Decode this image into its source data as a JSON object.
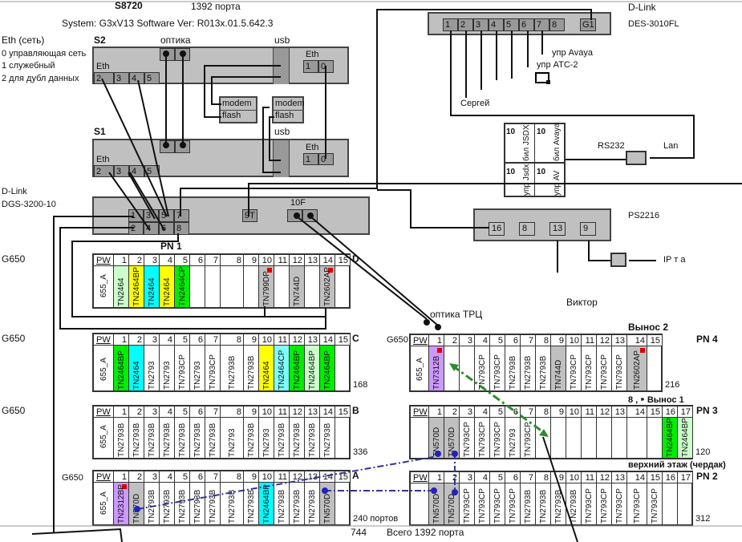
{
  "header": {
    "model": "S8720",
    "ports_total": "1392 порта",
    "system": "System: G3xV13  Software Ver: R013x.01.5.642.3"
  },
  "legend": {
    "title": "Eth (сеть)",
    "items": [
      "0 управляющая сеть",
      "1  служебный",
      "2 для дубл данных"
    ]
  },
  "s2": {
    "label": "S2",
    "optika": "оптика",
    "usb": "usb",
    "eth_left": "Eth",
    "eth_ports": [
      "2",
      "3",
      "4",
      "5"
    ],
    "eth_right": "Eth",
    "eth_right_ports": [
      "1",
      "0"
    ]
  },
  "s1": {
    "label": "S1",
    "usb": "usb",
    "eth_left": "Eth",
    "eth_ports": [
      "2",
      "3",
      "4",
      "5"
    ],
    "eth_right": "Eth",
    "eth_right_ports": [
      "1",
      "0"
    ]
  },
  "modules": [
    {
      "modem": "modem",
      "flash": "flash"
    },
    {
      "modem": "modem",
      "flash": "flash"
    }
  ],
  "dgs": {
    "vendor": "D-Link",
    "model": "DGS-3200-10",
    "ports_top": [
      "1",
      "3",
      "5",
      "7"
    ],
    "ports_bottom": [
      "2",
      "4",
      "6",
      "8"
    ],
    "port_9": "9T",
    "port_10": "10F"
  },
  "des": {
    "vendor": "D-Link",
    "model": "DES-3010FL",
    "ports": [
      "1",
      "2",
      "3",
      "4",
      "5",
      "6",
      "7",
      "8"
    ],
    "uplink": "G1",
    "labels": {
      "avaya": "упр Avaya",
      "atc": "упр АТС-2",
      "sergey": "Сергей"
    }
  },
  "avaya_panel": {
    "cells": [
      {
        "num": "10",
        "text": "бил  JSDX"
      },
      {
        "num": "10",
        "text": "бил Avaya"
      },
      {
        "num": "10",
        "text": "упр Jsdx"
      },
      {
        "num": "10",
        "text": "упр AV"
      }
    ],
    "rs232": "RS232",
    "lan": "Lan"
  },
  "ps2216": {
    "model": "PS2216",
    "ports": [
      "16",
      "8",
      "13",
      "9"
    ],
    "ip": "IP т а",
    "viktor": "Виктор"
  },
  "labels": {
    "g650": "G650",
    "optika_trc": "оптика ТРЦ",
    "vynos2": "Вынос 2",
    "vynos1": "8 , ⁍ Вынос 1",
    "attic": "верхний этаж (чердак)",
    "pn1": "PN 1",
    "pn4": "PN 4",
    "pn3": "PN 3",
    "pn2": "PN 2",
    "total_left": "744",
    "total_all": "Всего 1392 порта",
    "a_ports": "240 портов"
  },
  "colors": {
    "lightgreen": "#ccffcc",
    "yellow": "#ffff00",
    "cyan": "#00ffff",
    "lightcyan": "#80ffff",
    "green": "#00ee00",
    "gray": "#c0c0c0",
    "purple": "#cc99ff",
    "marker": "#e00000",
    "link_green": "#2e8b2e",
    "link_blue": "#333399"
  },
  "racks": [
    {
      "id": "D",
      "letter": "D",
      "pw": "655_A",
      "count": "",
      "slots": [
        [
          "TN2464",
          "lightgreen"
        ],
        [
          "TN2464BP",
          "yellow"
        ],
        [
          "TN2464",
          "cyan"
        ],
        [
          "TN2464",
          "yellow"
        ],
        [
          "TN2464CP",
          "green"
        ],
        [
          "",
          ""
        ],
        [
          "",
          ""
        ],
        [
          "",
          ""
        ],
        [
          "",
          ""
        ],
        [
          "TN799DP",
          "gray",
          1
        ],
        [
          "",
          ""
        ],
        [
          "TN744D",
          "gray"
        ],
        [
          "",
          ""
        ],
        [
          "TN2602AP",
          "gray",
          1
        ],
        [
          "",
          ""
        ]
      ]
    },
    {
      "id": "C",
      "letter": "C",
      "pw": "655_A",
      "count": "168",
      "slots": [
        [
          "TN2464BP",
          "green"
        ],
        [
          "TN2464",
          "cyan"
        ],
        [
          "TN2793",
          ""
        ],
        [
          "TN2793",
          ""
        ],
        [
          "TN793CP",
          ""
        ],
        [
          "TN2793",
          ""
        ],
        [
          "TN793CP",
          ""
        ],
        [
          "TN2793B",
          ""
        ],
        [
          "TN2793B",
          ""
        ],
        [
          "TN2464",
          "yellow"
        ],
        [
          "TN2464CP",
          "lightcyan"
        ],
        [
          "TN2464BP",
          "green"
        ],
        [
          "TN2464BP",
          "lightgreen"
        ],
        [
          "TN2464BP",
          "green"
        ],
        [
          "",
          ""
        ]
      ]
    },
    {
      "id": "B",
      "letter": "B",
      "pw": "655_A",
      "count": "336",
      "slots": [
        [
          "TN2793B",
          ""
        ],
        [
          "TN2793B",
          ""
        ],
        [
          "TN2793B",
          ""
        ],
        [
          "TN2793B",
          ""
        ],
        [
          "TN2793B",
          ""
        ],
        [
          "TN2793B",
          ""
        ],
        [
          "TN2793B",
          ""
        ],
        [
          "TN2793",
          ""
        ],
        [
          "TN2793B",
          ""
        ],
        [
          "TN2793",
          ""
        ],
        [
          "TN2793B",
          ""
        ],
        [
          "TN2793B",
          ""
        ],
        [
          "TN2793B",
          ""
        ],
        [
          "TN2793B",
          ""
        ],
        [
          "",
          ""
        ]
      ]
    },
    {
      "id": "A",
      "letter": "A",
      "pw": "655_A",
      "count": "",
      "slots": [
        [
          "TN2312BP",
          "purple",
          1
        ],
        [
          "TN570D",
          "gray"
        ],
        [
          "TN2793B",
          ""
        ],
        [
          "TN2793B",
          ""
        ],
        [
          "TN2793B",
          ""
        ],
        [
          "TN2793B",
          ""
        ],
        [
          "TN2793B",
          ""
        ],
        [
          "TN2793B",
          ""
        ],
        [
          "TN2793B",
          ""
        ],
        [
          "TN2464BP",
          "cyan"
        ],
        [
          "TN2793B",
          ""
        ],
        [
          "TN2793B",
          ""
        ],
        [
          "TN2793B",
          ""
        ],
        [
          "TN570D",
          "gray"
        ],
        [
          "",
          ""
        ]
      ]
    },
    {
      "id": "PN4",
      "letter": "",
      "pw": "655_A",
      "count": "216",
      "slots": [
        [
          "TN7312B",
          "purple",
          1
        ],
        [
          "",
          ""
        ],
        [
          "",
          ""
        ],
        [
          "TN793CP",
          ""
        ],
        [
          "TN793CP",
          ""
        ],
        [
          "TN2793B",
          ""
        ],
        [
          "TN2793B",
          ""
        ],
        [
          "TN2793B",
          ""
        ],
        [
          "TN744D",
          "gray"
        ],
        [
          "TN793CP",
          ""
        ],
        [
          "TN793CP",
          ""
        ],
        [
          "TN793CP",
          ""
        ],
        [
          "TN793CP",
          ""
        ],
        [
          "TN2602AP",
          "gray",
          1
        ],
        [
          "",
          ""
        ]
      ]
    },
    {
      "id": "PN3",
      "letter": "",
      "pw": "",
      "count": "120",
      "slots": [
        [
          "TN570D",
          "gray"
        ],
        [
          "TN570D",
          "gray"
        ],
        [
          "TN793CP",
          ""
        ],
        [
          "TN793CP",
          ""
        ],
        [
          "TN793CP",
          ""
        ],
        [
          "TN2793",
          ""
        ],
        [
          "TN793CP",
          ""
        ],
        [
          "",
          ""
        ],
        [
          "",
          ""
        ],
        [
          "",
          ""
        ],
        [
          "",
          ""
        ],
        [
          "",
          ""
        ],
        [
          "",
          ""
        ],
        [
          "",
          ""
        ],
        [
          "",
          ""
        ],
        [
          "TN2464BP",
          "green"
        ],
        [
          "TN2464BP",
          "lightgreen"
        ]
      ]
    },
    {
      "id": "PN2",
      "letter": "",
      "pw": "",
      "count": "312",
      "slots": [
        [
          "TN570D",
          "gray"
        ],
        [
          "TN570D",
          "gray"
        ],
        [
          "TN793CP",
          ""
        ],
        [
          "TN793CP",
          ""
        ],
        [
          "TN793CP",
          ""
        ],
        [
          "TN793CP",
          ""
        ],
        [
          "TN2793B",
          ""
        ],
        [
          "TN2793B",
          ""
        ],
        [
          "TN2793B",
          ""
        ],
        [
          "TN2793B",
          ""
        ],
        [
          "TN793CP",
          ""
        ],
        [
          "TN793CP",
          ""
        ],
        [
          "TN793CP",
          ""
        ],
        [
          "TN793CP",
          ""
        ],
        [
          "TN793CP",
          ""
        ],
        [
          "",
          ""
        ],
        [
          "",
          ""
        ]
      ]
    }
  ]
}
